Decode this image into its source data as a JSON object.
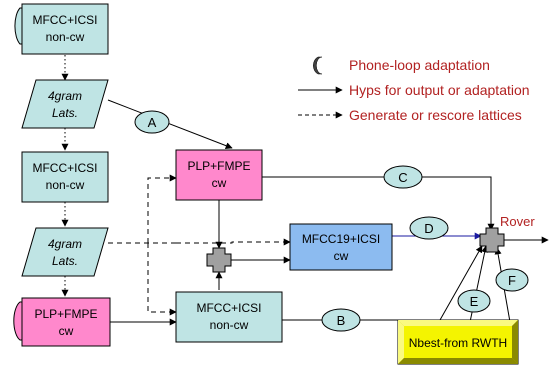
{
  "nodes": {
    "mfcc_icsi_top": [
      "MFCC+ICSI",
      "non-cw"
    ],
    "lat_4gram_top": [
      "4gram",
      "Lats."
    ],
    "mfcc_icsi_mid": [
      "MFCC+ICSI",
      "non-cw"
    ],
    "lat_4gram_mid": [
      "4gram",
      "Lats."
    ],
    "plp_fmpe_bottom": [
      "PLP+FMPE",
      "cw"
    ],
    "plp_fmpe_center": [
      "PLP+FMPE",
      "cw"
    ],
    "mfcc19_icsi": [
      "MFCC19+ICSI",
      "cw"
    ],
    "mfcc_icsi_center": [
      "MFCC+ICSI",
      "non-cw"
    ],
    "nbest_rwth": "Nbest-from RWTH"
  },
  "labels": {
    "A": "A",
    "B": "B",
    "C": "C",
    "D": "D",
    "E": "E",
    "F": "F"
  },
  "output_label": "Rover",
  "legend": {
    "phone_loop": "Phone-loop adaptation",
    "hyps": "Hyps for output or adaptation",
    "generate": "Generate or rescore lattices"
  },
  "colors": {
    "teal": "#bfe4e4",
    "pink": "#ff88cc",
    "blue": "#8cbbf0",
    "yellow": "#f4f400",
    "legend_text": "#b22222",
    "combiner": "#a0a0a0"
  }
}
